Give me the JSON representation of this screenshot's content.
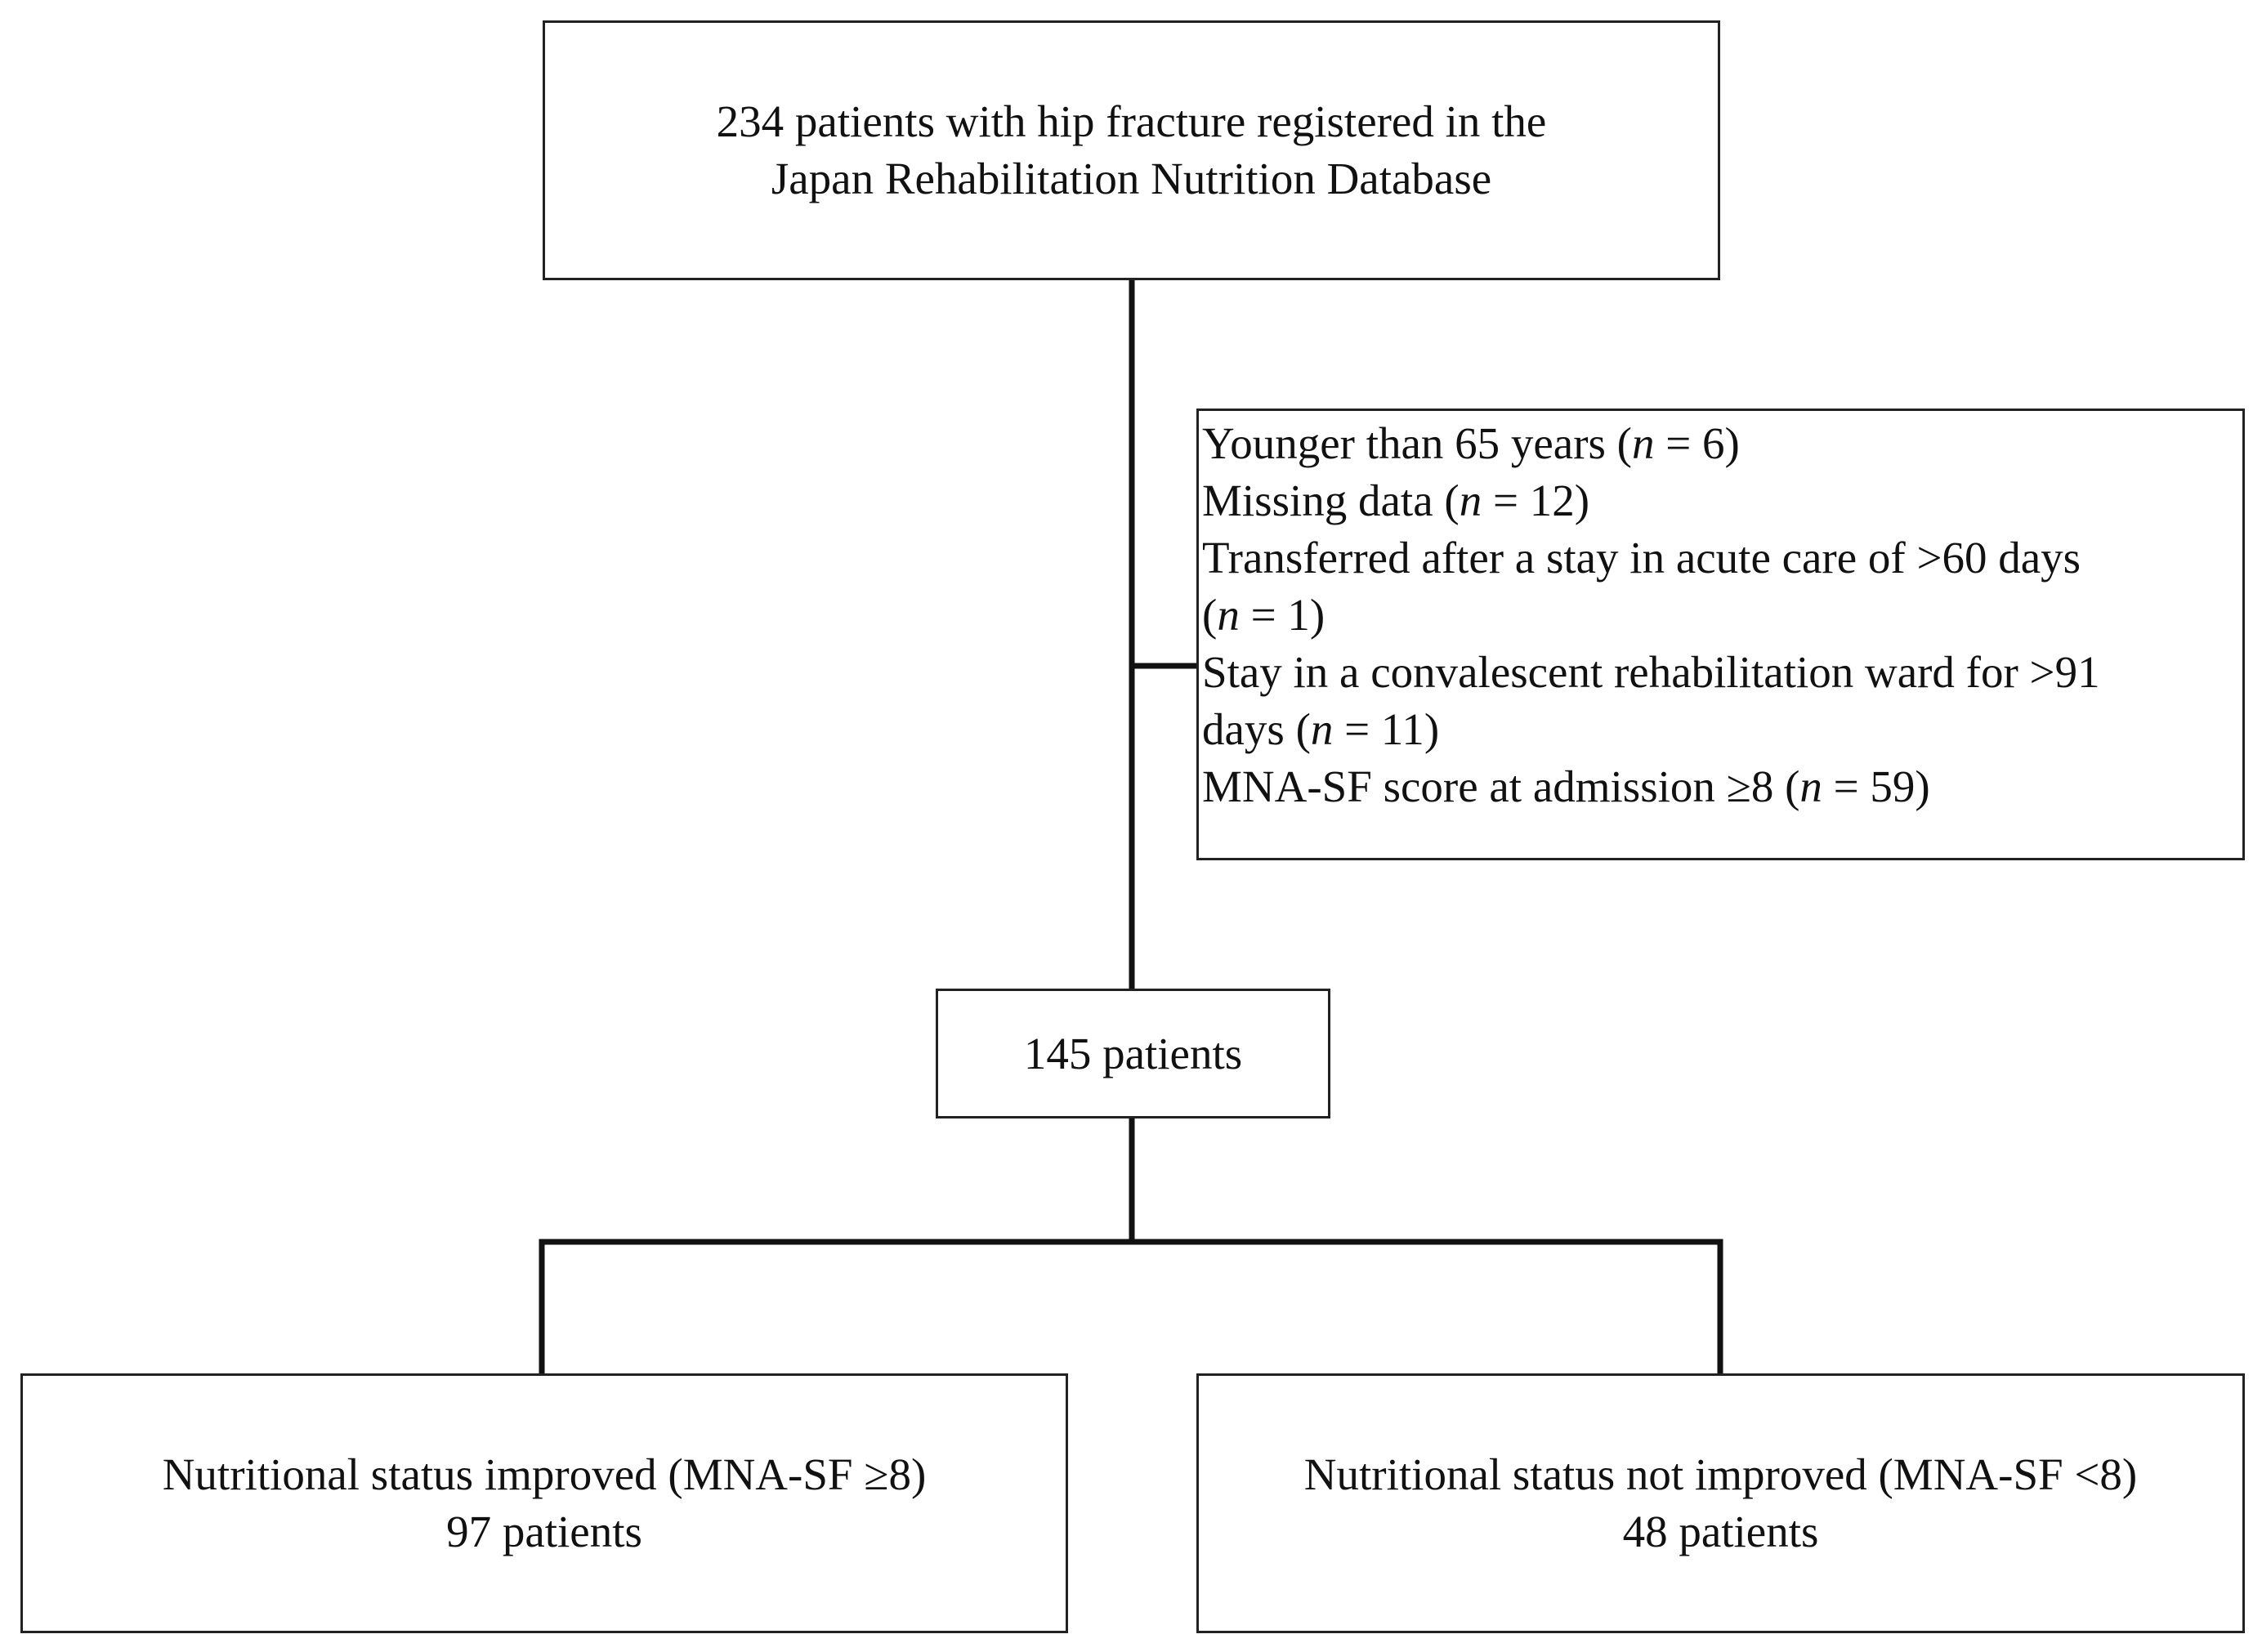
{
  "top_box": {
    "line1": "234 patients with hip fracture registered in the",
    "line2": "Japan Rehabilitation Nutrition Database"
  },
  "exclusion_box": {
    "l1_pre": "Younger than 65 years (",
    "l1_n": "n",
    "l1_post": " = 6)",
    "l2_pre": "Missing data (",
    "l2_n": "n",
    "l2_post": " = 12)",
    "l3": "Transferred after a stay in acute care of >60 days",
    "l4_pre": "(",
    "l4_n": "n",
    "l4_post": " = 1)",
    "l5": "Stay in a convalescent rehabilitation ward for >91",
    "l6_pre": "days (",
    "l6_n": "n",
    "l6_post": " = 11)",
    "l7_pre": "MNA-SF score at admission ≥8 (",
    "l7_n": "n",
    "l7_post": " = 59)"
  },
  "middle_box": {
    "label": "145 patients"
  },
  "left_box": {
    "line1": "Nutritional status improved (MNA-SF ≥8)",
    "line2": "97 patients"
  },
  "right_box": {
    "line1": "Nutritional status not improved (MNA-SF <8)",
    "line2": "48 patients"
  }
}
